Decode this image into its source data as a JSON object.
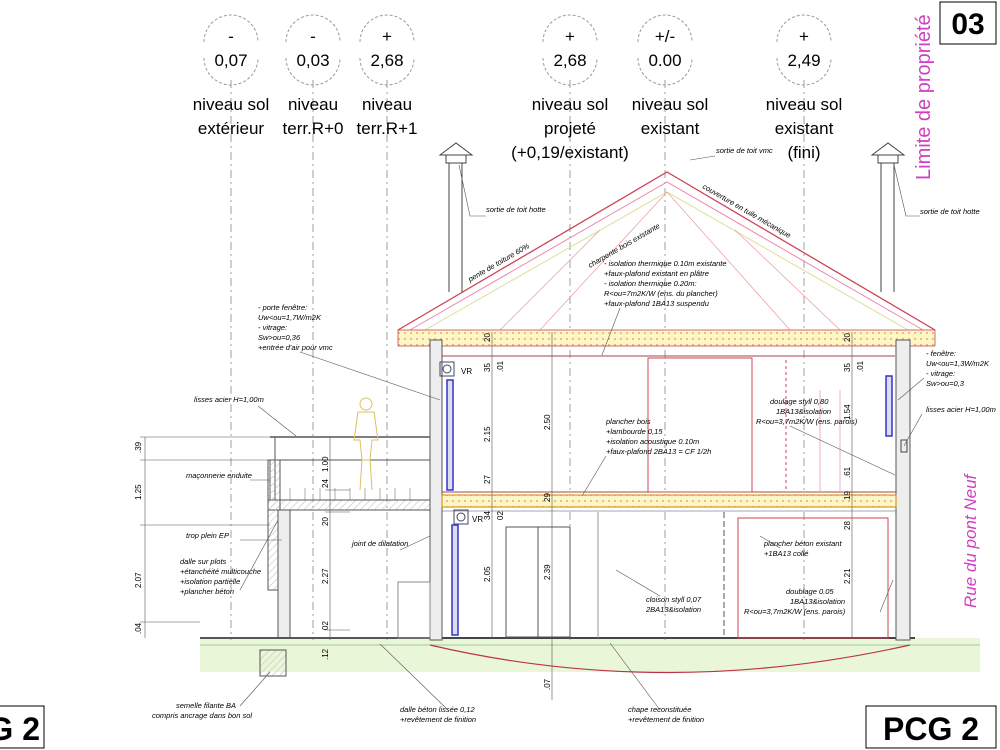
{
  "sheet_number": "03",
  "sheet_code": "PCG 2",
  "sheet_code_left": "G 2",
  "property_limit": "Limite de propriété",
  "street_name": "Rue du pont Neuf",
  "levels": [
    {
      "sign": "-",
      "value": "0,07",
      "l1": "niveau sol",
      "l2": "extérieur",
      "l3": ""
    },
    {
      "sign": "-",
      "value": "0,03",
      "l1": "niveau",
      "l2": "terr.R+0",
      "l3": ""
    },
    {
      "sign": "+",
      "value": "2,68",
      "l1": "niveau",
      "l2": "terr.R+1",
      "l3": ""
    },
    {
      "sign": "+",
      "value": "2,68",
      "l1": "niveau sol",
      "l2": "projeté",
      "l3": "(+0,19/existant)"
    },
    {
      "sign": "+/-",
      "value": "0.00",
      "l1": "niveau sol",
      "l2": "existant",
      "l3": ""
    },
    {
      "sign": "+",
      "value": "2,49",
      "l1": "niveau sol",
      "l2": "existant",
      "l3": "(fini)"
    }
  ],
  "annotations": {
    "sortie_vmc": "sortie de toit vmc",
    "sortie_hotte_left": "sortie de toit hotte",
    "sortie_hotte_right": "sortie de toit hotte",
    "couverture": "couverture en tuile mécanique",
    "pente": "pente de toiture 60%",
    "charpente": "charpente bois existante",
    "isolation": [
      "- isolation thermique 0.10m existante",
      "+faux-plafond existant en plâtre",
      "- isolation thermique 0.20m:",
      "R<ou=7m2K/W (ens. du plancher)",
      "+faux-plafond 1BA13 suspendu"
    ],
    "porte_fenetre": [
      "- porte fenêtre:",
      "Uw<ou=1,7W/m2K",
      "- vitrage:",
      "Sw>ou=0,36",
      "+entrée d'air pour vmc"
    ],
    "fenetre": [
      "- fenêtre:",
      "Uw<ou=1,3W/m2K",
      "- vitrage:",
      "Sw>ou=0,3"
    ],
    "lisses_left": "lisses acier H=1,00m",
    "lisses_right": "lisses acier H=1,00m",
    "maconnerie": "maçonnerie enduite",
    "trop_plein": "trop plein EP",
    "dalle_plots": [
      "dalle sur plots",
      "+étanchéité multicouche",
      "+isolation partielle",
      "+plancher béton"
    ],
    "joint": "joint de dilatation",
    "plancher_bois": [
      "plancher bois",
      "+lambourde 0,15",
      "+isolation acoustique 0.10m",
      "+faux-plafond 2BA13 = CF 1/2h"
    ],
    "doublage_styl": [
      "doulage styll 0,80",
      "1BA13&isolation",
      "R<ou=3,7m2K/W (ens. parois)"
    ],
    "plancher_beton": [
      "plancher béton existant",
      "+1BA13 collé"
    ],
    "doublage": [
      "doublage 0.05",
      "1BA13&isolation",
      "R<ou=3,7m2K/W (ens. parois)"
    ],
    "cloison": [
      "cloison styll 0,07",
      "2BA13&isolation"
    ],
    "semelle": [
      "semelle filante BA",
      "compris ancrage dans bon sol"
    ],
    "dalle_beton": [
      "dalle béton lissée 0,12",
      "+revêtement de finition"
    ],
    "chape": [
      "chape reconstituée",
      "+revêtement de finition"
    ],
    "vr1": "VR",
    "vr2": "VR"
  },
  "dims": {
    "d39": ".39",
    "d125": "1.25",
    "d207": "2.07",
    "d04": ".04",
    "d100": "1.00",
    "d24": "24",
    "d20a": "20",
    "d227": "2.27",
    "d02a": "02",
    "d12": ".12",
    "d20b": "20",
    "d35a": "35",
    "d01a": ".01",
    "d215": "2.15",
    "d27": "27",
    "d34": "34",
    "d02b": "02",
    "d205": "2.05",
    "d250": "2.50",
    "d29": "29",
    "d239": "2.39",
    "d07": ".07",
    "d20c": "20",
    "d35b": "35",
    "d01b": ".01",
    "d154": "1.54",
    "d61": ".61",
    "d19": "19",
    "d28": "28",
    "d221": "2.21"
  }
}
